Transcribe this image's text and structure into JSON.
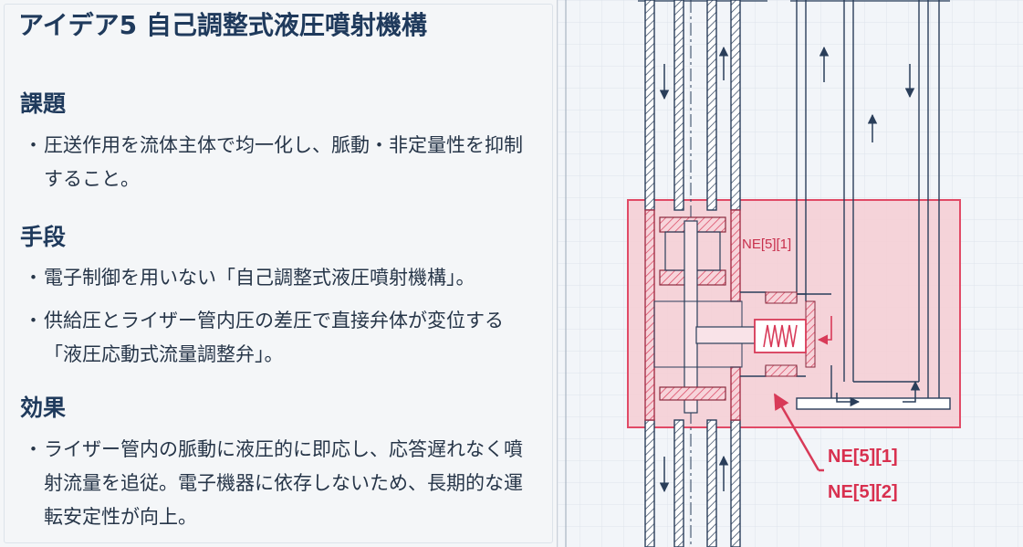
{
  "title": "アイデア5  自己調整式液圧噴射機構",
  "sections": [
    {
      "heading": "課題",
      "items": [
        "圧送作用を流体主体で均一化し、脈動・非定量性を抑制すること。"
      ]
    },
    {
      "heading": "手段",
      "items": [
        "電子制御を用いない「自己調整式液圧噴射機構」。",
        "供給圧とライザー管内圧の差圧で直接弁体が変位する「液圧応動式流量調整弁」。"
      ]
    },
    {
      "heading": "効果",
      "items": [
        "ライザー管内の脈動に液圧的に即応し、応答遅れなく噴射流量を追従。電子機器に依存しないため、長期的な運転安定性が向上。"
      ]
    }
  ],
  "bullet": "・",
  "diagram": {
    "labels": {
      "inner": "NE[5][1]",
      "callout1": "NE[5][1]",
      "callout2": "NE[5][2]"
    },
    "colors": {
      "highlight": "#e8506b",
      "highlight_fill": "#f4c6cf",
      "line": "#2a3e5a"
    }
  }
}
